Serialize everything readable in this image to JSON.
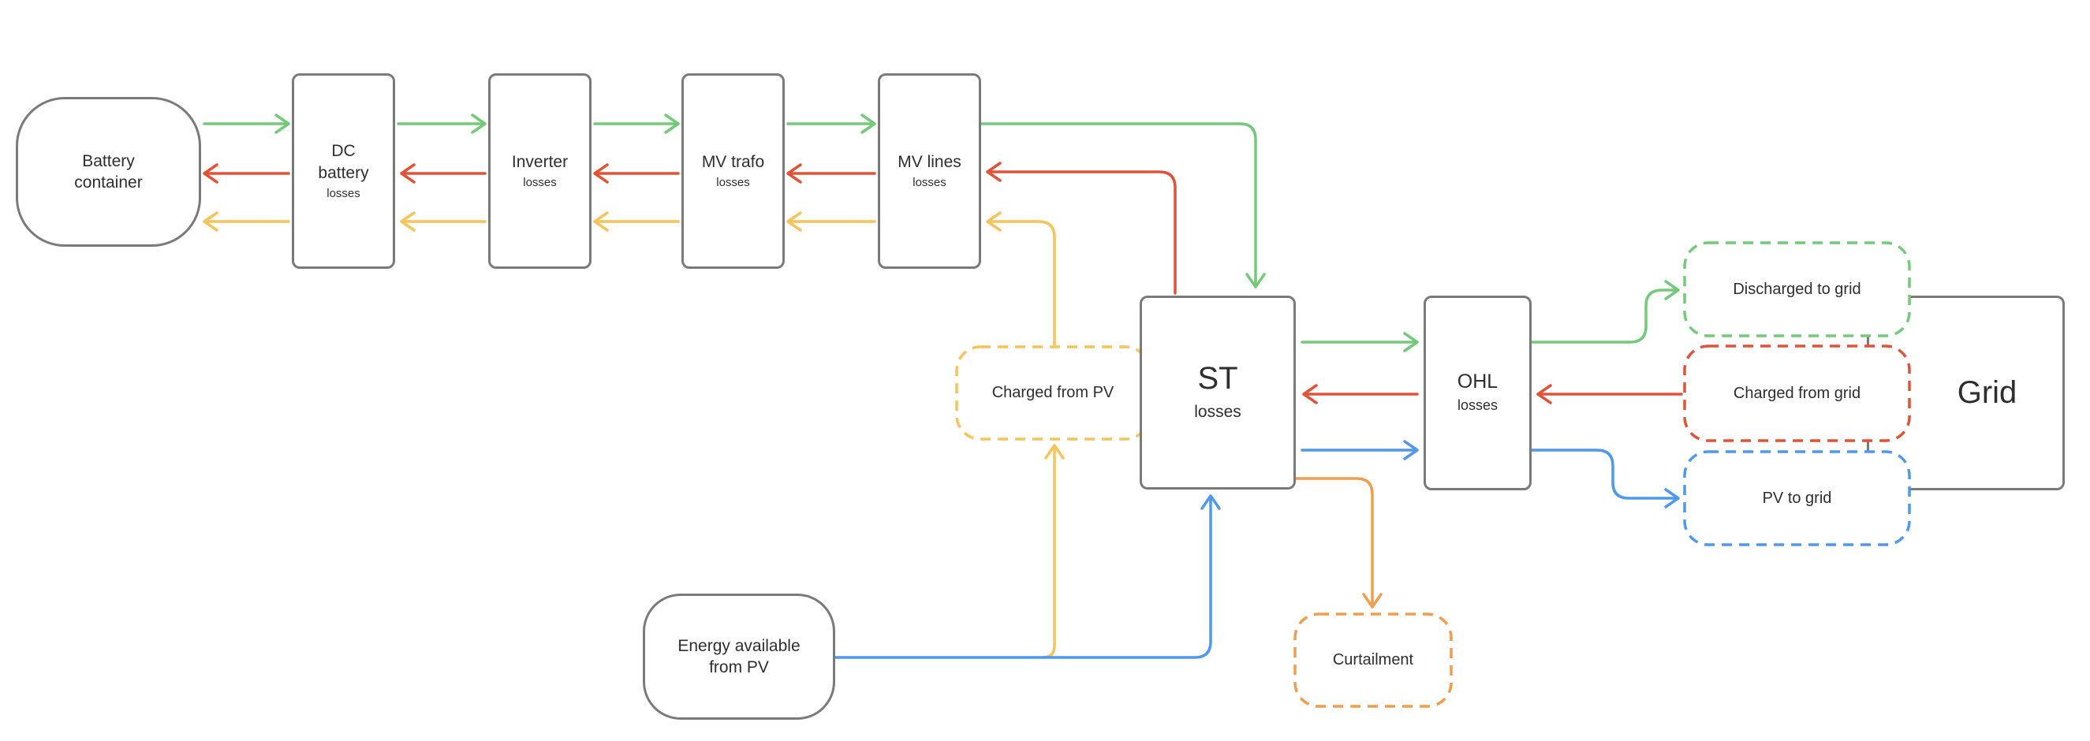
{
  "diagram": {
    "nodes": {
      "battery_container": {
        "label": "Battery\ncontainer"
      },
      "dc_battery": {
        "title": "DC\nbattery",
        "subtitle": "losses"
      },
      "inverter": {
        "title": "Inverter",
        "subtitle": "losses"
      },
      "mv_trafo": {
        "title": "MV trafo",
        "subtitle": "losses"
      },
      "mv_lines": {
        "title": "MV lines",
        "subtitle": "losses"
      },
      "st": {
        "title": "ST",
        "subtitle": "losses"
      },
      "ohl": {
        "title": "OHL",
        "subtitle": "losses"
      },
      "grid": {
        "label": "Grid"
      },
      "charged_from_pv": {
        "label": "Charged from PV"
      },
      "discharged_to_grid": {
        "label": "Discharged to grid"
      },
      "charged_from_grid": {
        "label": "Charged from grid"
      },
      "pv_to_grid": {
        "label": "PV to grid"
      },
      "curtailment": {
        "label": "Curtailment"
      },
      "energy_from_pv": {
        "label": "Energy available\nfrom PV"
      }
    },
    "flows": {
      "discharge": {
        "color": "#74c97a",
        "description": "battery discharge path to grid"
      },
      "charge_from_grid": {
        "color": "#dd5438",
        "description": "charging path from grid to battery"
      },
      "charge_from_pv": {
        "color": "#f5c45c",
        "description": "charging path from PV to battery"
      },
      "pv_export": {
        "color": "#4f98ec",
        "description": "PV energy exported to grid"
      },
      "curtailment": {
        "color": "#ef9d4f",
        "description": "curtailed PV energy"
      }
    },
    "style_colors": {
      "box_border_gray": "#7a7a7a",
      "text": "#2e2e2e",
      "background": "#ffffff"
    }
  }
}
